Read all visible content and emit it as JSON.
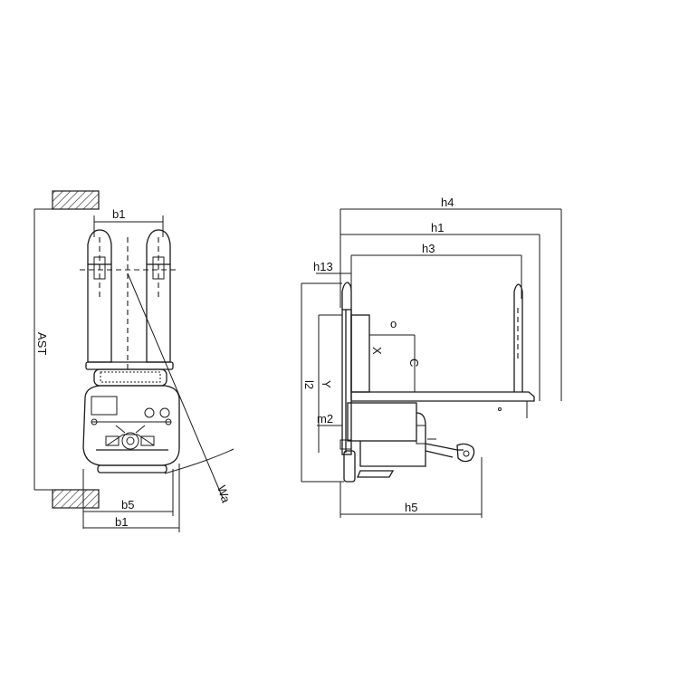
{
  "colors": {
    "ink": "#1a1a1a",
    "background": "#ffffff"
  },
  "front_view": {
    "labels": {
      "b1_top": "b1",
      "ast": "AST",
      "b5": "b5",
      "b1_bottom": "b1",
      "wa": "Wa"
    }
  },
  "side_view": {
    "labels": {
      "h4": "h4",
      "h1": "h1",
      "h3": "h3",
      "h13": "h13",
      "l2": "l2",
      "y": "Y",
      "x": "X",
      "c": "C",
      "m2": "m2",
      "h5": "h5"
    }
  }
}
